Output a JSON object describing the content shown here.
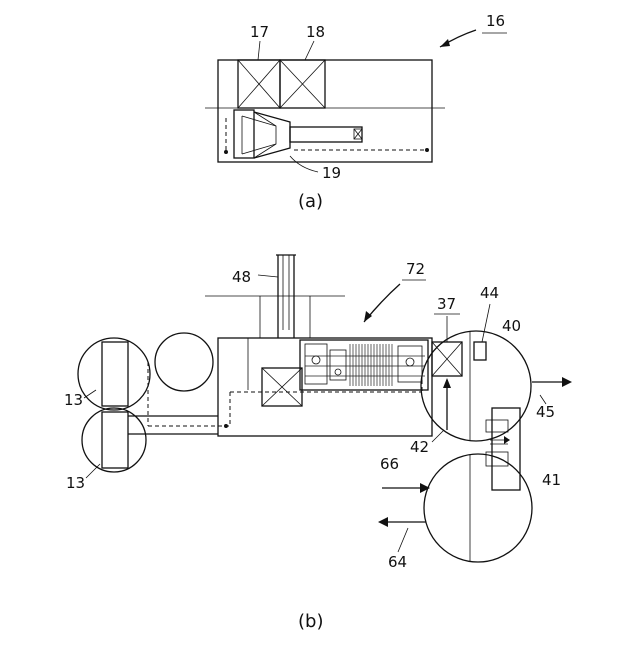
{
  "figure_a": {
    "caption": "(a)",
    "labels": {
      "unit": "16",
      "left_box": "17",
      "right_box": "18",
      "funnel": "19"
    }
  },
  "figure_b": {
    "caption": "(b)",
    "labels": {
      "stack": "48",
      "machine": "72",
      "box": "37",
      "small_box": "44",
      "upper_circle": "40",
      "outlet_arrow": "45",
      "inlet_label": "42",
      "lower_circle": "41",
      "inlet_arrow": "66",
      "outlet_arrow_lower": "64",
      "tank_upper": "13",
      "tank_lower": "13"
    }
  }
}
